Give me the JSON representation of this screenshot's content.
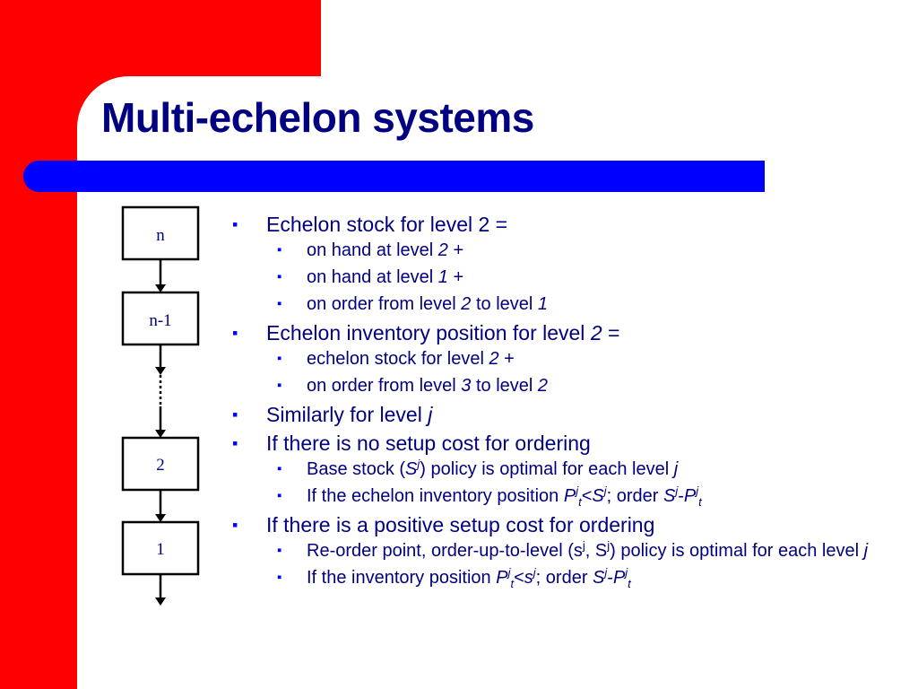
{
  "slide": {
    "title": "Multi-echelon systems",
    "colors": {
      "accent_red": "#ff0000",
      "title_bar": "#0000ff",
      "text_navy": "#000080",
      "bullet_blue": "#0000ff"
    }
  },
  "diagram": {
    "nodes": [
      "n",
      "n-1",
      "2",
      "1"
    ]
  },
  "bullets": {
    "b1": {
      "a": "Echelon stock for level 2 ="
    },
    "b1_1": {
      "a": "on hand at level ",
      "b": "2",
      "c": " +"
    },
    "b1_2": {
      "a": "on hand at level ",
      "b": "1",
      "c": " +"
    },
    "b1_3": {
      "a": "on order from level ",
      "b": "2",
      "c": " to level ",
      "d": "1"
    },
    "b2": {
      "a": "Echelon inventory position for level ",
      "b": "2",
      "c": " ="
    },
    "b2_1": {
      "a": "echelon stock for level ",
      "b": "2",
      "c": " +"
    },
    "b2_2": {
      "a": "on order from level ",
      "b": "3",
      "c": " to level ",
      "d": "2"
    },
    "b3": {
      "a": "Similarly for level ",
      "b": "j"
    },
    "b4": {
      "a": "If there is no setup cost for ordering"
    },
    "b4_1": {
      "a": "Base stock (",
      "b": "S",
      "c": "j",
      "d": ") policy is optimal for each level ",
      "e": "j"
    },
    "b4_2": {
      "a": "If the echelon inventory position ",
      "b": "P",
      "c": "j",
      "d": "t",
      "e": "<",
      "f": "S",
      "g": "j",
      "h": "; order ",
      "i": "S",
      "j": "j",
      "k": "-",
      "l": "P",
      "m": "j",
      "n": "t"
    },
    "b5": {
      "a": "If there is a positive setup cost for ordering"
    },
    "b5_1": {
      "a": "Re-order point, order-up-to-level (s",
      "b": "j",
      "c": ", S",
      "d": "j",
      "e": ") policy is optimal for each level ",
      "f": "j"
    },
    "b5_2": {
      "a": "If the inventory position ",
      "b": "P",
      "c": "j",
      "d": "t",
      "e": "<",
      "f": "s",
      "g": "j",
      "h": "; order ",
      "i": "S",
      "j": "j",
      "k": "-",
      "l": "P",
      "m": "j",
      "n": "t"
    }
  }
}
